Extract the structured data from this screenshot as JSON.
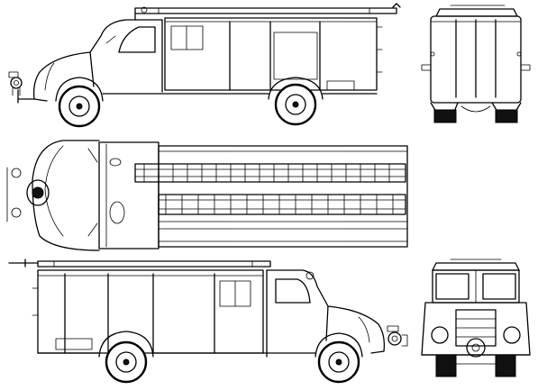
{
  "drawing": {
    "subject": "fire-engine",
    "views": [
      "side-view-right",
      "rear-view",
      "top-view",
      "side-view-left",
      "front-view"
    ],
    "line_color": "#000000",
    "background_color": "#ffffff"
  }
}
